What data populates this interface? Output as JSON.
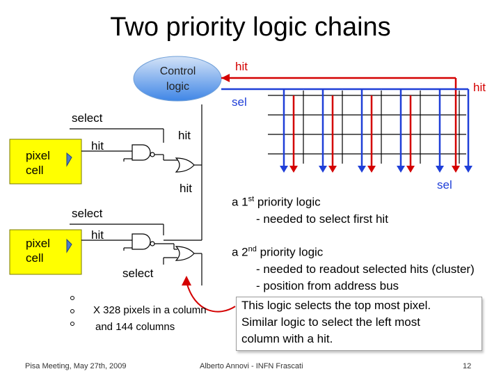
{
  "title": "Two priority logic chains",
  "control_logic": {
    "line1": "Control",
    "line2": "logic"
  },
  "labels": {
    "hit_top": "hit",
    "hit_right": "hit",
    "sel_top": "sel",
    "sel_bottom": "sel",
    "select_1": "select",
    "select_2": "select",
    "select_3": "select",
    "hit_1": "hit",
    "hit_gate_top": "hit",
    "hit_mid": "hit",
    "hit_2": "hit"
  },
  "pixel_cells": [
    {
      "line1": "pixel",
      "line2": "cell"
    },
    {
      "line1": "pixel",
      "line2": "cell"
    }
  ],
  "dots_text": {
    "line1": "X 328 pixels in a column",
    "line2": "and 144 columns"
  },
  "priority_1": {
    "prefix": "a 1",
    "sup": "st",
    "suffix": " priority logic",
    "detail": "- needed to select first hit"
  },
  "priority_2": {
    "prefix": "a 2",
    "sup": "nd",
    "suffix": " priority logic",
    "detail1": "- needed to readout selected hits (cluster)",
    "detail2": "- position from address bus"
  },
  "box_note": {
    "line1": "This logic selects the top most pixel.",
    "line2": "Similar logic to select the left most",
    "line3": "column with a hit."
  },
  "footer": {
    "left": "Pisa Meeting, May 27th, 2009",
    "center": "Alberto Annovi - INFN Frascati",
    "page": "12"
  },
  "colors": {
    "red": "#d40000",
    "blue": "#1f3fd8",
    "cell_yellow": "#ffff00",
    "ellipse_top": "#c7dbf5",
    "ellipse_bottom": "#4a8ee6"
  }
}
